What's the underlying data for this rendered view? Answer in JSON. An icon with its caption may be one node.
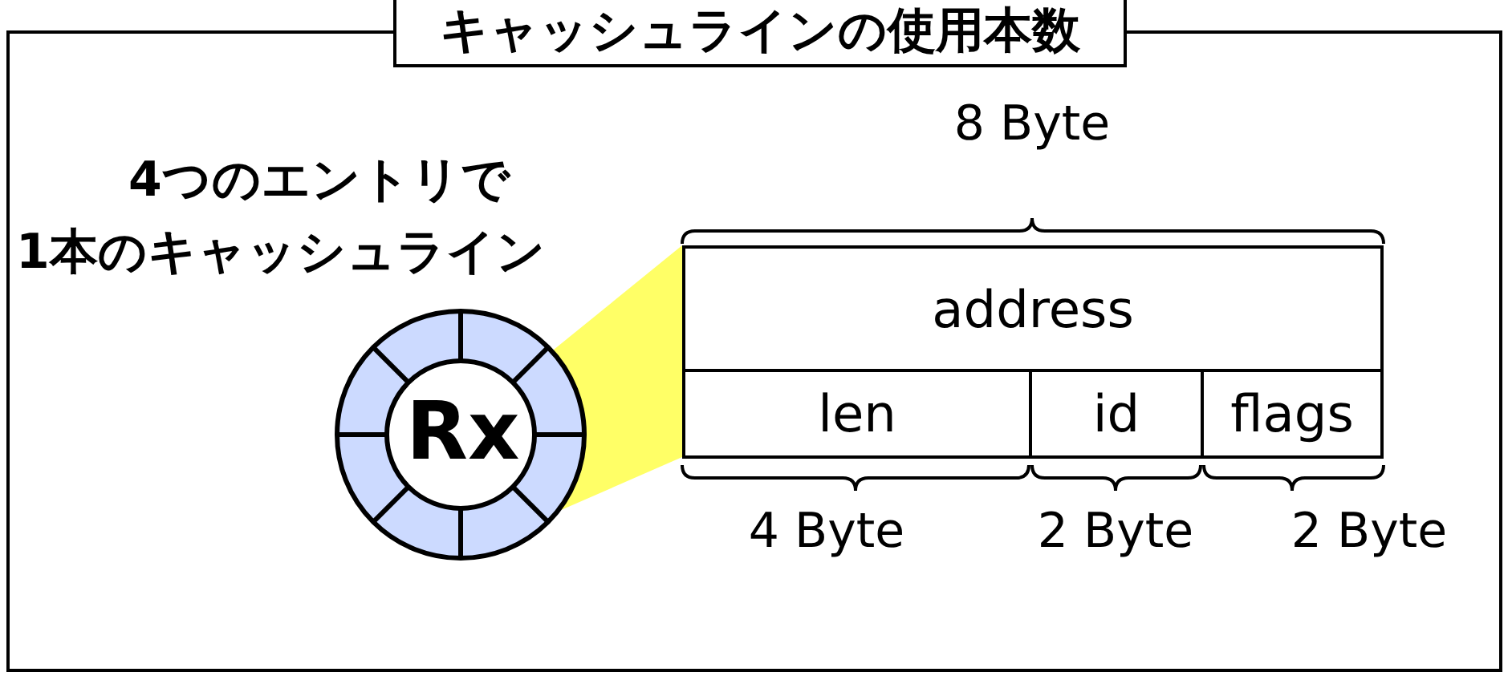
{
  "diagram": {
    "title": "キャッシュラインの使用本数",
    "nodes": [
      {
        "text": [
          "Rx"
        ]
      },
      {
        "text": [],
        "shape": "trapezoid"
      }
    ],
    "labels": [
      "4つのエントリで",
      "1本のキャッシュライン",
      "8 Byte",
      "address",
      "len",
      "id",
      "flags",
      "4 Byte",
      "2 Byte",
      "2 Byte"
    ]
  }
}
